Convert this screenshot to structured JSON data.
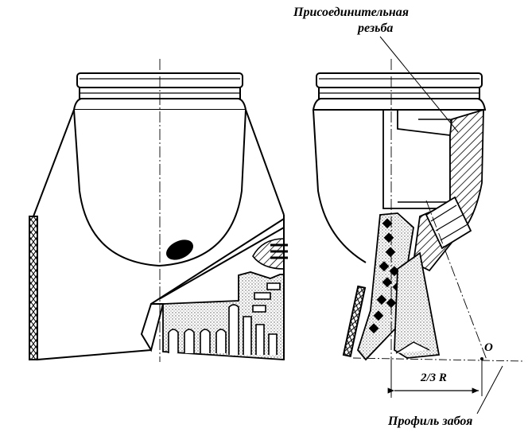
{
  "labels": {
    "thread_line1": "Присоединительная",
    "thread_line2": "резьба",
    "dimension": "2/3 R",
    "center_point": "O",
    "bottom_profile": "Профиль забоя"
  },
  "colors": {
    "ink": "#000000",
    "paper": "#ffffff",
    "stipple": "#9a9a9a"
  }
}
